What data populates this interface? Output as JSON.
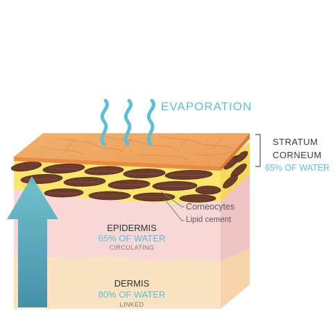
{
  "evaporation": {
    "label": "EVAPORATION"
  },
  "stratum_corneum": {
    "title_line1": "STRATUM",
    "title_line2": "CORNEUM",
    "water": "65% OF WATER"
  },
  "callouts": {
    "corneocytes": "Corneocytes",
    "lipid_cement": "Lipid cement"
  },
  "epidermis": {
    "title": "EPIDERMIS",
    "water": "65% OF WATER",
    "state": "CIRCULATING"
  },
  "dermis": {
    "title": "DERMIS",
    "water": "80% OF WATER",
    "state": "LINKED"
  },
  "colors": {
    "water_text": "#5bbfd8",
    "stratum_top": "#f0a865",
    "corneocyte": "#6e3c2e",
    "lipid": "#fbe66d",
    "epidermis": "#f8d8d6",
    "dermis": "#fbe2c0",
    "arrow_top": "#5fb2c2",
    "arrow_bottom": "#3e8ea8"
  },
  "icons": [
    "evaporation-wave-icon",
    "upward-water-arrow-icon"
  ]
}
